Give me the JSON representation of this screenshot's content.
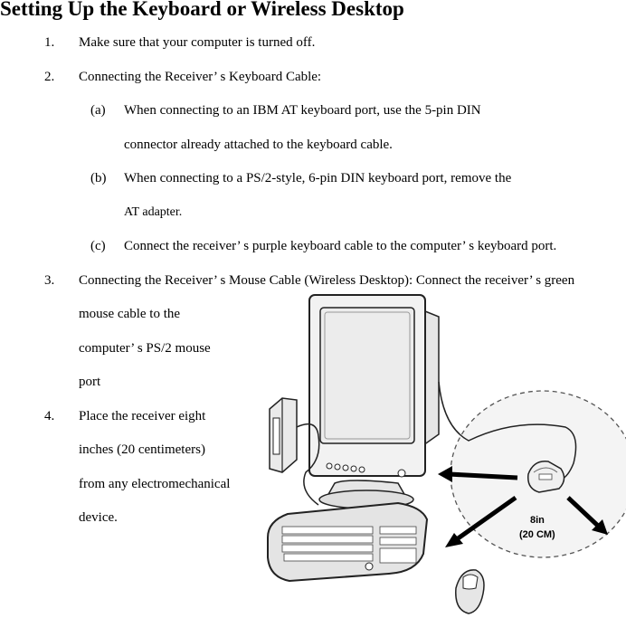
{
  "title": "Setting Up the Keyboard or Wireless Desktop",
  "steps": [
    {
      "num": "1.",
      "lines": [
        "Make sure that your computer is turned off."
      ]
    },
    {
      "num": "2.",
      "lines": [
        "Connecting the Receiver’ s Keyboard Cable:"
      ],
      "substeps": [
        {
          "label": "(a)",
          "lines": [
            "When connecting to an IBM AT keyboard port, use the 5-pin DIN",
            "connector already attached to the keyboard cable."
          ]
        },
        {
          "label": "(b)",
          "lines": [
            "When connecting to a PS/2-style, 6-pin DIN keyboard port, remove the",
            "AT adapter."
          ]
        },
        {
          "label": "(c)",
          "lines": [
            "Connect the receiver’ s purple keyboard cable to the computer’ s keyboard port."
          ]
        }
      ]
    },
    {
      "num": "3.",
      "lines": [
        "Connecting the Receiver’ s Mouse Cable (Wireless Desktop): Connect the receiver’ s green",
        "mouse cable to the",
        "computer’ s PS/2 mouse",
        "port"
      ]
    },
    {
      "num": "4.",
      "lines": [
        "Place the receiver eight",
        "inches (20 centimeters)",
        "from any electromechanical",
        "device."
      ]
    }
  ],
  "figure": {
    "distance_inches": "8in",
    "distance_cm": "(20 CM)"
  }
}
